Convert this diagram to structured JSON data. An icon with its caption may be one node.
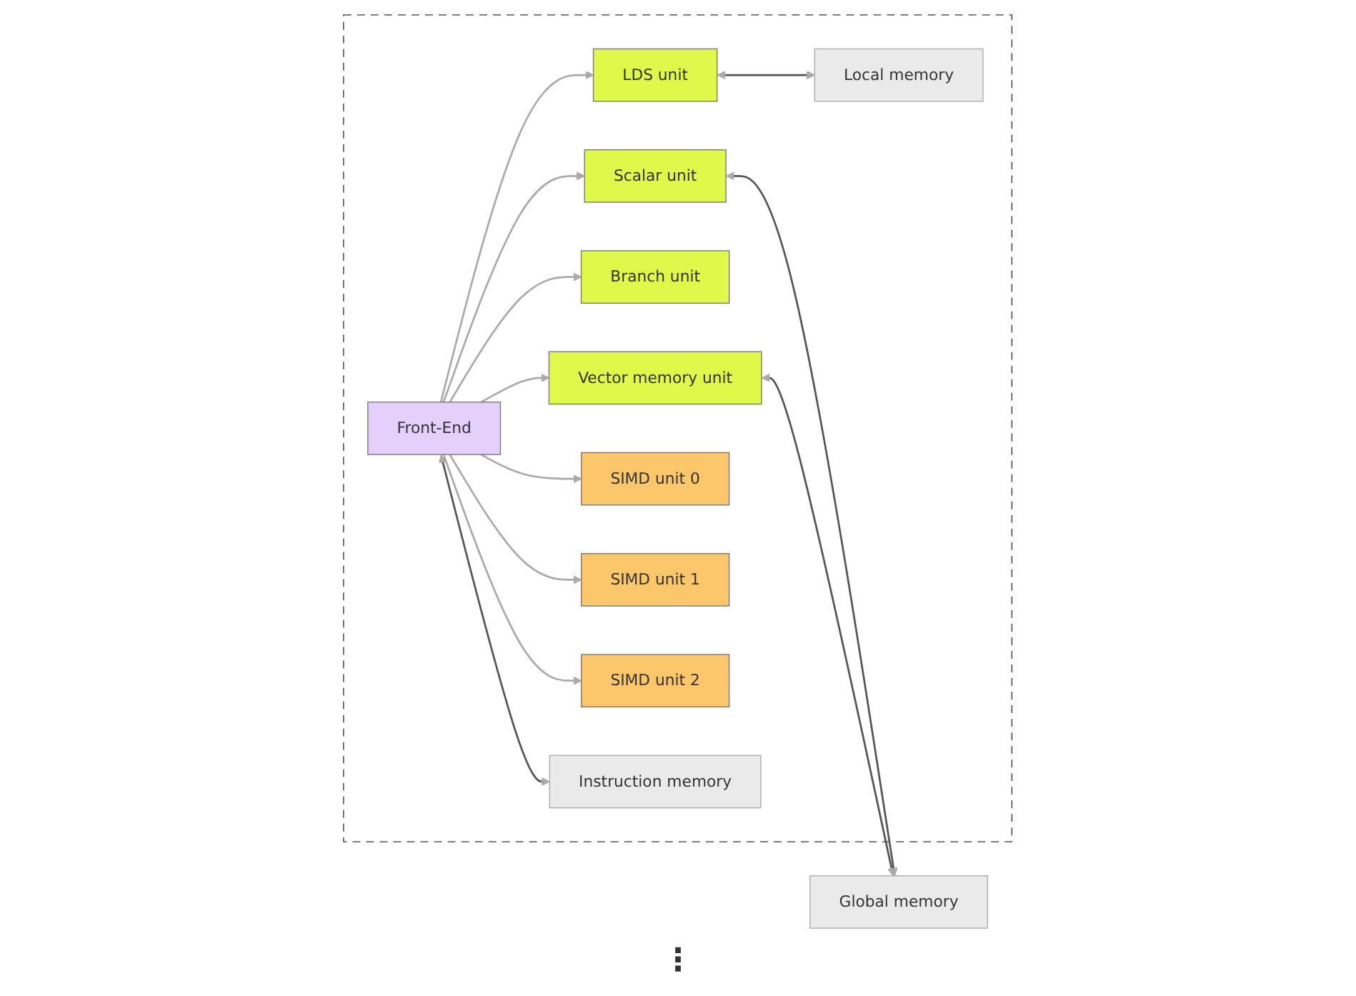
{
  "diagram": {
    "nodes": [
      {
        "text": [],
        "shape": "box"
      },
      {
        "text": [
          "Front-End"
        ],
        "in": 0
      },
      {
        "text": [
          "Scalar unit"
        ],
        "in": 0
      },
      {
        "text": [
          "Vector memory unit"
        ],
        "in": 0
      },
      {
        "text": [
          "Branch unit"
        ],
        "in": 0
      },
      {
        "text": [
          "LDS unit"
        ],
        "in": 0
      },
      {
        "text": [
          "Local memory"
        ],
        "in": 0
      },
      {
        "text": [
          "SIMD unit 0"
        ],
        "in": 0
      },
      {
        "text": [
          "SIMD unit 1"
        ],
        "in": 0
      },
      {
        "text": [
          "SIMD unit 2"
        ],
        "in": 0
      },
      {
        "text": [
          "Instruction memory"
        ],
        "in": 0
      },
      {
        "text": [
          "Global memory"
        ]
      }
    ],
    "edges": [
      {
        "from": 1,
        "to": 2,
        "arrow": "to"
      },
      {
        "from": 1,
        "to": 3,
        "arrow": "to"
      },
      {
        "from": 1,
        "to": 4,
        "arrow": "to"
      },
      {
        "from": 1,
        "to": 5,
        "arrow": "to"
      },
      {
        "from": 1,
        "to": 7,
        "arrow": "to"
      },
      {
        "from": 1,
        "to": 8,
        "arrow": "to"
      },
      {
        "from": 1,
        "to": 9,
        "arrow": "to"
      },
      {
        "from": 2,
        "to": 11,
        "arrow": "both",
        "color": "#555555"
      },
      {
        "from": 3,
        "to": 11,
        "arrow": "both",
        "color": "#555555"
      },
      {
        "from": 5,
        "to": 6,
        "arrow": "both",
        "color": "#555555"
      },
      {
        "from": 1,
        "to": 10,
        "arrow": "both",
        "color": "#555555"
      }
    ],
    "labels": [
      "⋮"
    ]
  }
}
